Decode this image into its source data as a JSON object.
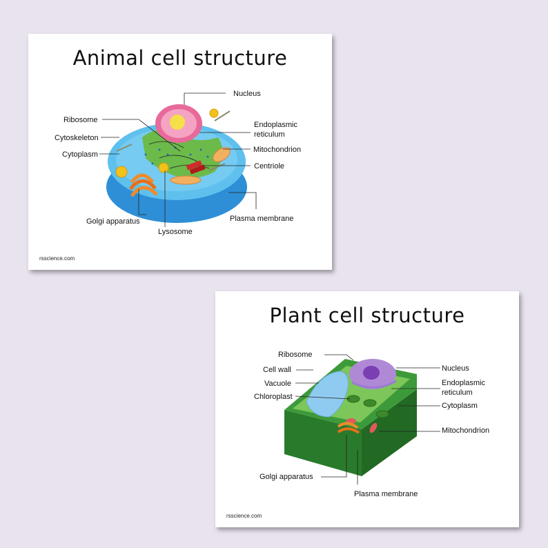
{
  "animal_card": {
    "title": "Animal cell structure",
    "credit": "rsscience.com",
    "labels": {
      "nucleus": "Nucleus",
      "ribosome": "Ribosome",
      "endoplasmic_reticulum_line1": "Endoplasmic",
      "endoplasmic_reticulum_line2": "reticulum",
      "cytoskeleton": "Cytoskeleton",
      "mitochondrion": "Mitochondrion",
      "cytoplasm": "Cytoplasm",
      "centriole": "Centriole",
      "golgi_apparatus": "Golgi apparatus",
      "plasma_membrane": "Plasma membrane",
      "lysosome": "Lysosome"
    }
  },
  "plant_card": {
    "title": "Plant cell structure",
    "credit": "rsscience.com",
    "labels": {
      "ribosome": "Ribosome",
      "nucleus": "Nucleus",
      "cell_wall": "Cell wall",
      "endoplasmic_reticulum_line1": "Endoplasmic",
      "endoplasmic_reticulum_line2": "reticulum",
      "vacuole": "Vacuole",
      "chloroplast": "Chloroplast",
      "cytoplasm": "Cytoplasm",
      "mitochondrion": "Mitochondrion",
      "golgi_apparatus": "Golgi apparatus",
      "plasma_membrane": "Plasma membrane"
    }
  },
  "colors": {
    "background": "#e9e3ee",
    "animal_cytoplasm": "#4fb3e8",
    "animal_membrane": "#2e8fd6",
    "plant_wall": "#3d9a3a",
    "plant_wall_dark": "#2a7a2c",
    "nucleus_animal": "#e86a9a",
    "nucleus_plant": "#9a6bc9",
    "vacuole": "#8fcbf0",
    "golgi": "#f08a2a",
    "mitochondrion": "#f0b060"
  }
}
